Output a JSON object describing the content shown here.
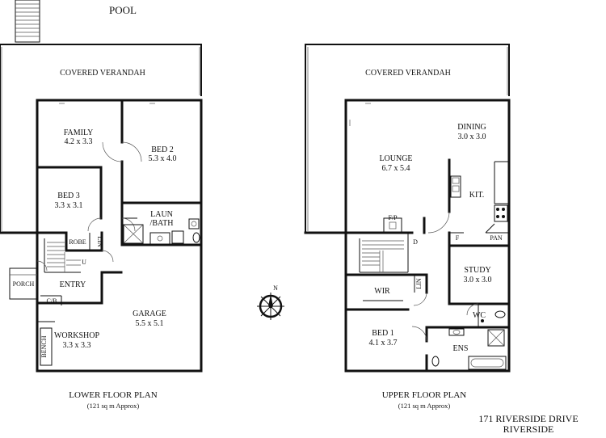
{
  "pool": "POOL",
  "lower": {
    "title": "LOWER FLOOR PLAN",
    "area": "(121 sq m Approx)",
    "verandah": "COVERED VERANDAH",
    "family": {
      "name": "FAMILY",
      "dim": "4.2 x 3.3"
    },
    "bed2": {
      "name": "BED 2",
      "dim": "5.3 x 4.0"
    },
    "bed3": {
      "name": "BED 3",
      "dim": "3.3 x 3.1"
    },
    "laun": {
      "line1": "LAUN",
      "line2": "/BATH"
    },
    "robe": "ROBE",
    "lin": "LIN",
    "porch": "PORCH",
    "entry": "ENTRY",
    "cb": "C/B",
    "up": "U",
    "garage": {
      "name": "GARAGE",
      "dim": "5.5 x 5.1"
    },
    "workshop": {
      "name": "WORKSHOP",
      "dim": "3.3 x 3.3"
    },
    "bench": "BENCH"
  },
  "upper": {
    "title": "UPPER FLOOR PLAN",
    "area": "(121 sq m Approx)",
    "verandah": "COVERED VERANDAH",
    "lounge": {
      "name": "LOUNGE",
      "dim": "6.7 x 5.4"
    },
    "dining": {
      "name": "DINING",
      "dim": "3.0 x 3.0"
    },
    "kit": "KIT.",
    "fp": "F/P",
    "down": "D",
    "f": "F",
    "pan": "PAN",
    "study": {
      "name": "STUDY",
      "dim": "3.0 x 3.0"
    },
    "wir": "WIR",
    "lin": "LIN",
    "wc": "WC",
    "bed1": {
      "name": "BED 1",
      "dim": "4.1 x 3.7"
    },
    "ens": "ENS"
  },
  "compass": {
    "north": "N"
  },
  "address": {
    "line1": "171 RIVERSIDE DRIVE",
    "line2": "RIVERSIDE"
  }
}
